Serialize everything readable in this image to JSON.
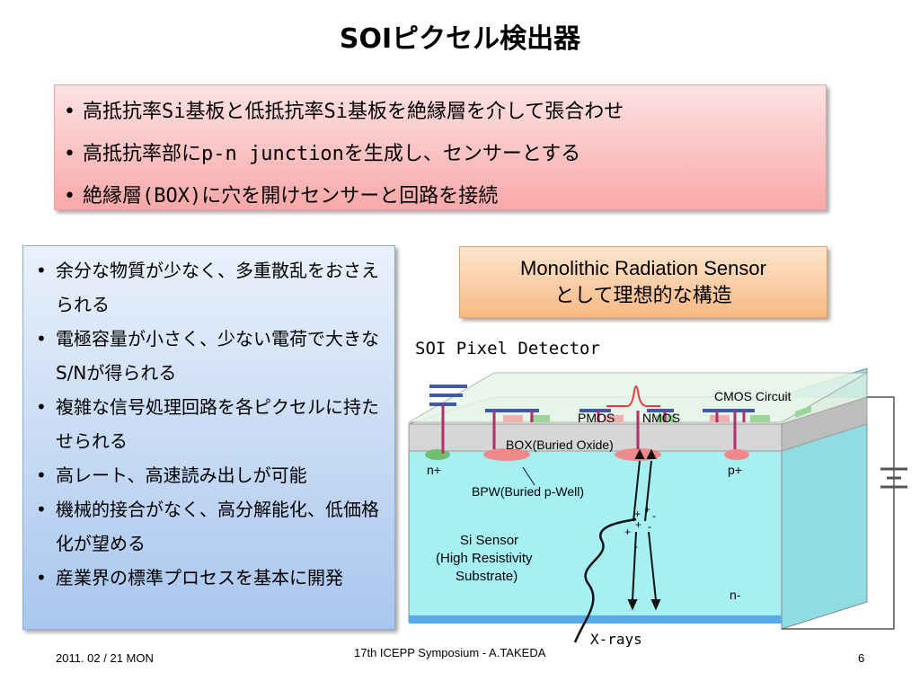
{
  "title": "SOIピクセル検出器",
  "top_bullets": [
    "高抵抗率Si基板と低抵抗率Si基板を絶縁層を介して張合わせ",
    "高抵抗率部にp-n junctionを生成し、センサーとする",
    "絶縁層(BOX)に穴を開けセンサーと回路を接続"
  ],
  "left_bullets": [
    "余分な物質が少なく、多重散乱をおさえられる",
    "電極容量が小さく、少ない電荷で大きなS/Nが得られる",
    "複雑な信号処理回路を各ピクセルに持たせられる",
    "高レート、高速読み出しが可能",
    "機械的接合がなく、高分解能化、低価格化が望める",
    "産業界の標準プロセスを基本に開発"
  ],
  "callout": {
    "line1": "Monolithic Radiation Sensor",
    "line2": "として理想的な構造"
  },
  "diagram": {
    "title": "SOI Pixel Detector",
    "cmos_circuit": "CMOS Circuit",
    "pmos": "PMOS",
    "nmos": "NMOS",
    "box": "BOX(Buried Oxide)",
    "n_plus": "n+",
    "p_plus": "p+",
    "bpw": "BPW(Buried p-Well)",
    "si_sensor_1": "Si Sensor",
    "si_sensor_2": "(High Resistivity",
    "si_sensor_3": "Substrate)",
    "n_minus": "n-",
    "xrays": "X-rays",
    "plus": "+",
    "minus": "-"
  },
  "footer": {
    "date": "2011. 02 / 21 MON",
    "event": "17th ICEPP Symposium - A.TAKEDA",
    "page": "6"
  },
  "colors": {
    "top_box": "#f8a8a8",
    "left_box": "#a9c6ee",
    "callout_box": "#f7b883",
    "sensor": "#a6f0f4",
    "metal": "#3f5aa0",
    "via": "#b0306a"
  }
}
